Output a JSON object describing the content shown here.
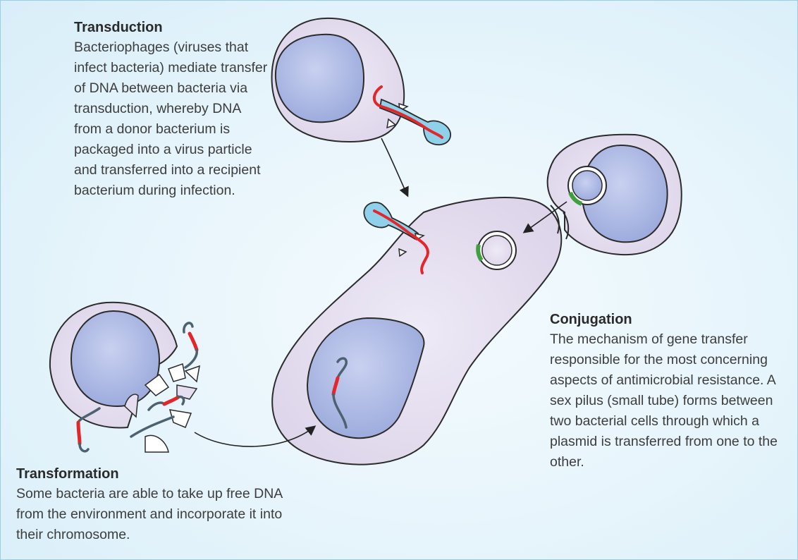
{
  "transduction": {
    "title": "Transduction",
    "body": "Bacteriophages (viruses that infect bacteria) mediate transfer of DNA between bacteria via transduction, whereby DNA from a donor bacterium is packaged into a virus particle and transferred into a recipient bacterium during infection."
  },
  "conjugation": {
    "title": "Conjugation",
    "body": "The mechanism of gene transfer responsible for the most concerning aspects of antimicrobial resistance. A sex pilus (small tube) forms between two bacterial cells through which a plasmid is transferred from one to the other."
  },
  "transformation": {
    "title": "Transformation",
    "body": "Some bacteria are able to take up free DNA from the environment and incorporate it into their chromosome."
  },
  "colors": {
    "cell_body": "#e4def0",
    "nucleoid": "#aebbe4",
    "outline": "#2b2b2b",
    "dna_red": "#e3262a",
    "dna_slate": "#4d6270",
    "phage_tail": "#8fd0ea",
    "plasmid_marker": "#3ea13e",
    "background": "#e6f4fb"
  }
}
